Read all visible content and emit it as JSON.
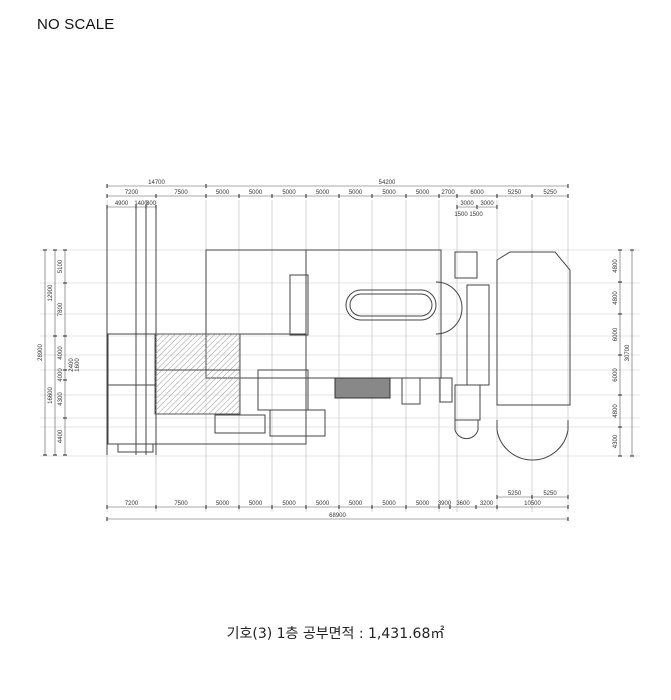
{
  "header": {
    "scale_note": "NO SCALE"
  },
  "caption": "기호(3) 1층 공부면적 : 1,431.68㎡",
  "dimensions": {
    "top_overall": [
      "14700",
      "54200"
    ],
    "top_grid": [
      "7200",
      "7500",
      "5000",
      "5000",
      "5000",
      "5000",
      "5000",
      "5000",
      "5000",
      "2700",
      "6000",
      "5250",
      "5250"
    ],
    "top_sub": [
      "4900",
      "1400",
      "800",
      "3000",
      "3000"
    ],
    "top_sub2": [
      "1500",
      "1500"
    ],
    "bottom_upper": [
      "5250",
      "5250"
    ],
    "bottom_grid": [
      "7200",
      "7500",
      "5000",
      "5000",
      "5000",
      "5000",
      "5000",
      "5000",
      "5000",
      "3900",
      "3600",
      "3200",
      "10500"
    ],
    "bottom_overall": "68900",
    "left_outer": "28900",
    "left_middle": [
      "12900",
      "16600"
    ],
    "left_inner": [
      "5100",
      "7800",
      "4000",
      "4000",
      "2400",
      "1600",
      "4300",
      "4400"
    ],
    "right_inner": [
      "4800",
      "4800",
      "6000",
      "6000",
      "4800",
      "4300"
    ],
    "right_outer": "30700"
  }
}
